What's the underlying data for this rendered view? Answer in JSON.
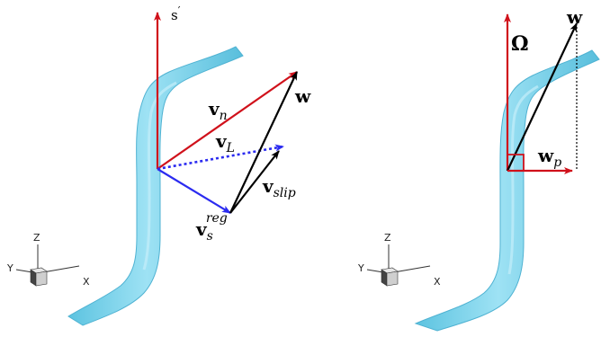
{
  "colors": {
    "tube_fill": "#7fd7ee",
    "tube_light": "#a9e6f5",
    "tube_shadow": "#4fb9d8",
    "red_vector": "#d0111b",
    "blue_vector": "#2b2bf0",
    "black_vector": "#000000",
    "axis_line": "#333333",
    "cube_dark": "#444444",
    "cube_light": "#d9d9d9"
  },
  "left_panel": {
    "labels": {
      "s_prime": "s",
      "s_prime_mark": "′",
      "v_n_main": "v",
      "v_n_sub": "n",
      "w": "w",
      "v_L_main": "v",
      "v_L_sub": "L",
      "v_slip_main": "v",
      "v_slip_sub": "slip",
      "v_s_reg_main": "v",
      "v_s_reg_sub": "s",
      "v_s_reg_sup": "reg"
    },
    "axes": {
      "z": "Z",
      "y": "Y",
      "x": "X"
    }
  },
  "right_panel": {
    "labels": {
      "omega": "Ω",
      "w": "w",
      "w_p_main": "w",
      "w_p_sub": "p"
    },
    "axes": {
      "z": "Z",
      "y": "Y",
      "x": "X"
    }
  }
}
